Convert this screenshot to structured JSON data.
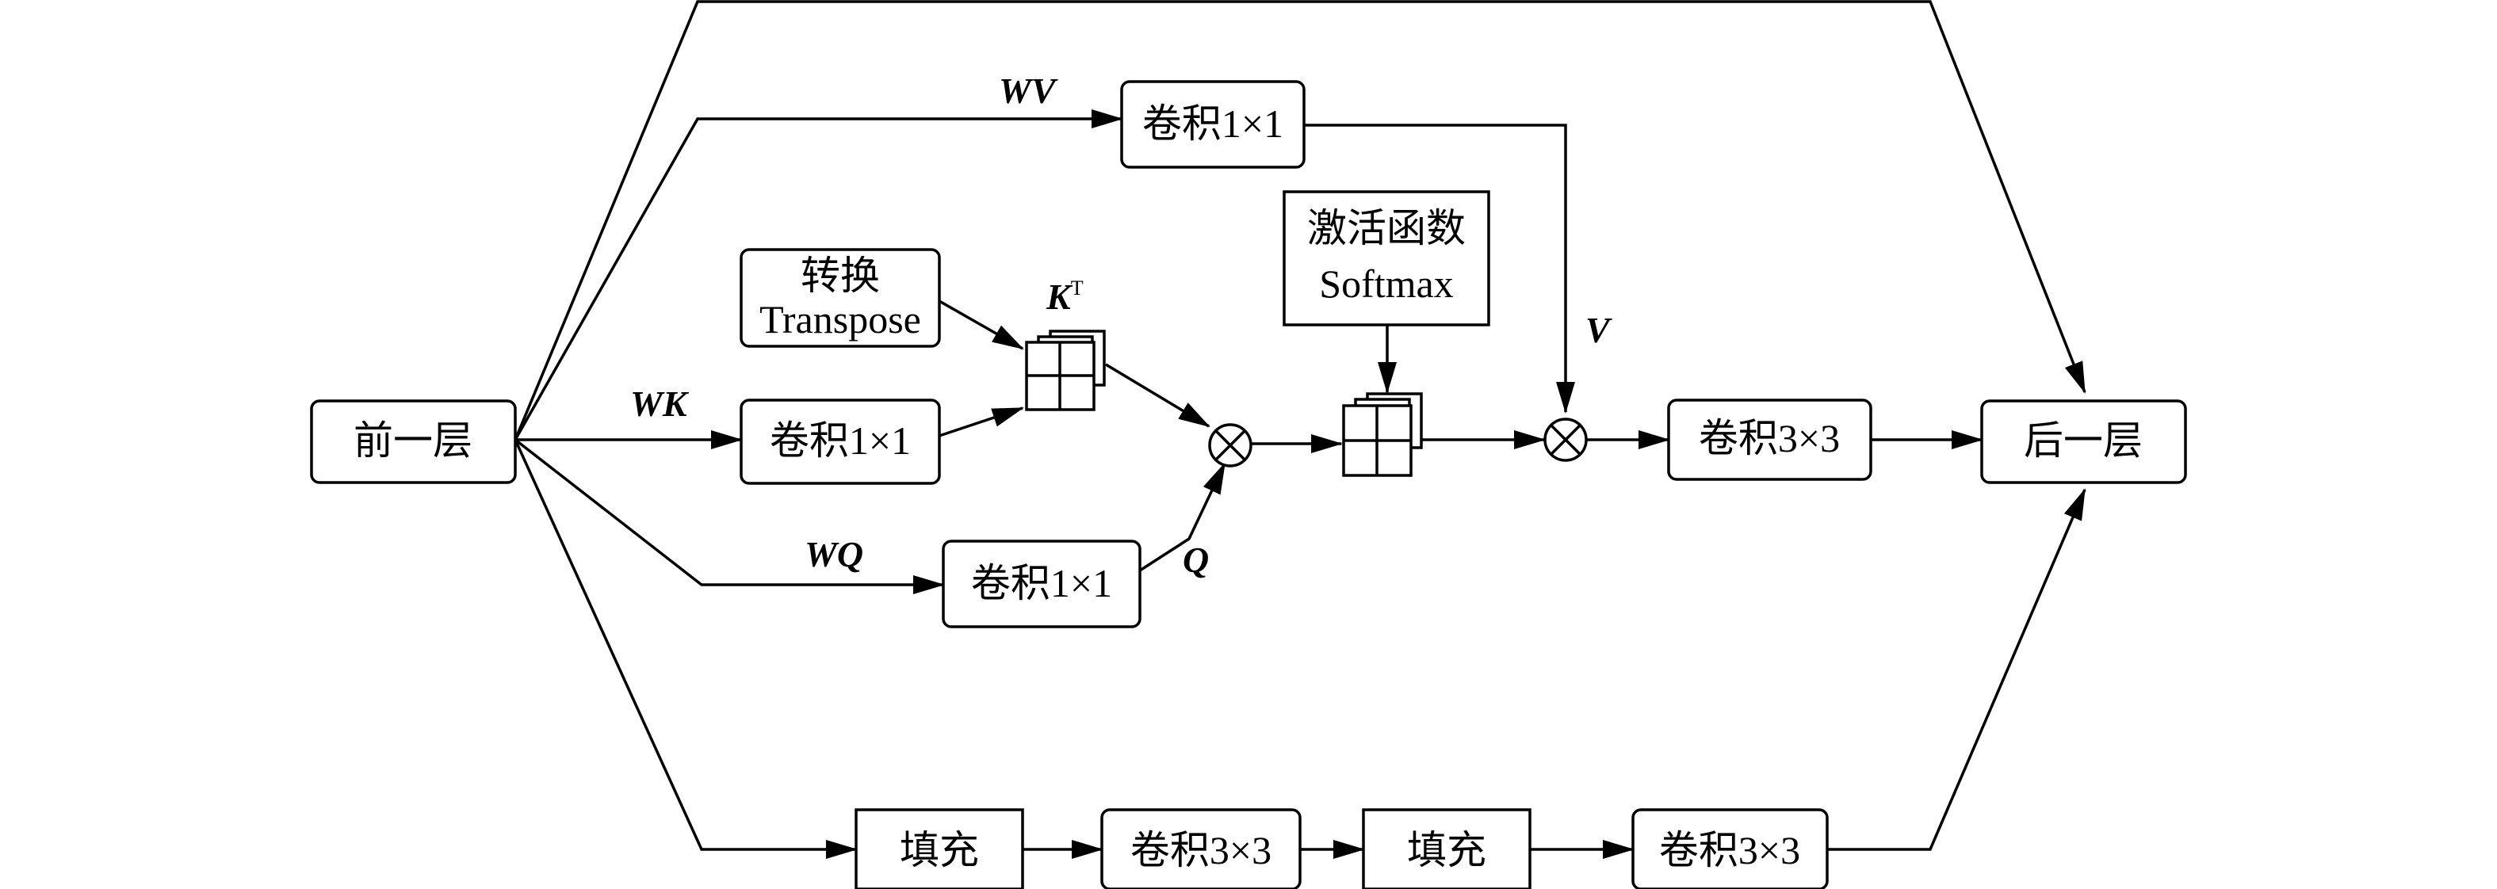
{
  "nodes": {
    "input": "前一层",
    "output": "后一层",
    "conv_v": "卷积1×1",
    "conv_k": "卷积1×1",
    "conv_q": "卷积1×1",
    "transpose_line1": "转换",
    "transpose_line2": "Transpose",
    "softmax_line1": "激活函数",
    "softmax_line2": "Softmax",
    "conv_attn": "卷积3×3",
    "pad1": "填充",
    "conv_b1": "卷积3×3",
    "pad2": "填充",
    "conv_b2": "卷积3×3"
  },
  "labels": {
    "wv": "WV",
    "wk": "WK",
    "wq": "WQ",
    "kt_main": "K",
    "kt_sup": "T",
    "q": "Q",
    "v": "V"
  }
}
